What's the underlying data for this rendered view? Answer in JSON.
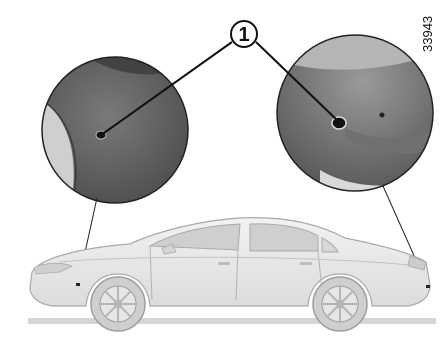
{
  "figure": {
    "callout_number": "1",
    "reference_code": "33943",
    "colors": {
      "magnifier_dark": "#5d5d5d",
      "magnifier_light": "#8c8c8c",
      "car_body": "#e9e9e9",
      "car_outline": "#b3b3b3",
      "ground": "#d6d6d6"
    },
    "icons": {
      "left_detail": "front-sensor-close-up",
      "right_detail": "rear-sensor-close-up",
      "vehicle": "sedan-side-view"
    }
  }
}
